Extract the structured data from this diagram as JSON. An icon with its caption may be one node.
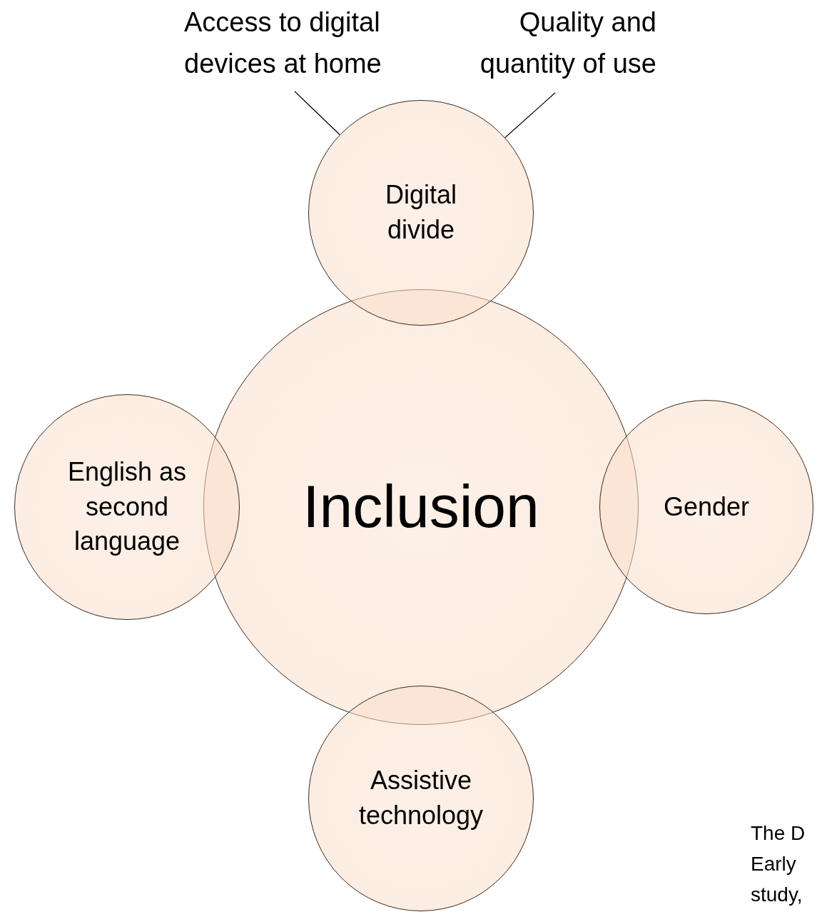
{
  "diagram": {
    "nodes": [
      {
        "text": [
          "Inclusion"
        ]
      },
      {
        "text": [
          "Digital divide"
        ]
      },
      {
        "text": [
          "English as second language"
        ]
      },
      {
        "text": [
          "Gender"
        ]
      },
      {
        "text": [
          "Assistive technology"
        ]
      },
      {
        "text": [
          "Access to digital devices at home"
        ]
      },
      {
        "text": [
          "Quality and quantity of use"
        ]
      }
    ],
    "edges": [
      {
        "from": 5,
        "to": 1,
        "arrow": "none"
      },
      {
        "from": 6,
        "to": 1,
        "arrow": "none"
      }
    ],
    "labels": [
      "The D Early study,"
    ]
  }
}
